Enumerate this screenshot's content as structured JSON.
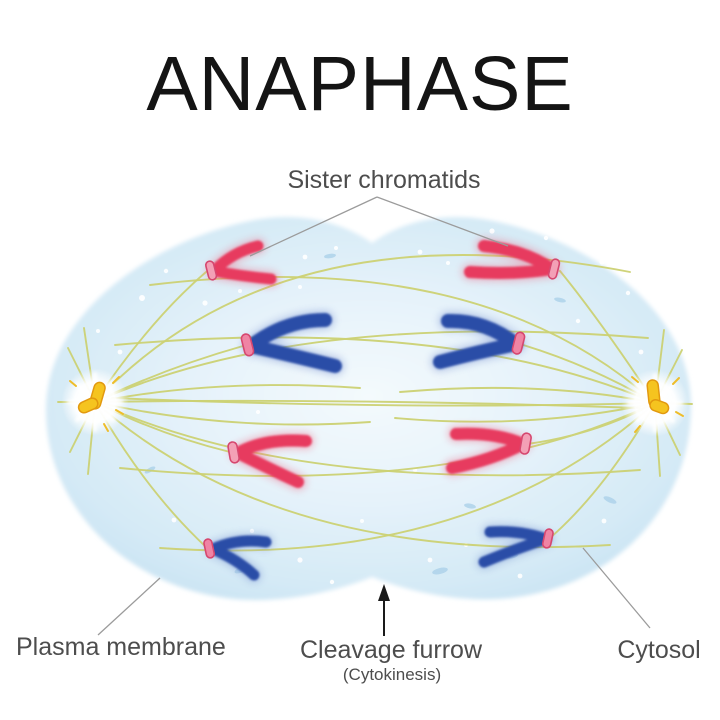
{
  "title": "ANAPHASE",
  "annotations": {
    "sister_chromatids": {
      "label": "Sister chromatids"
    },
    "plasma_membrane": {
      "label": "Plasma membrane"
    },
    "cleavage_furrow": {
      "label": "Cleavage furrow",
      "sublabel": "(Cytokinesis)"
    },
    "cytosol": {
      "label": "Cytosol"
    }
  },
  "diagram": {
    "stage": "anaphase",
    "red_chromatids": 4,
    "blue_chromatids": 4,
    "spindle_poles": 2
  },
  "colors": {
    "chromatid_red": "#e73a5e",
    "chromatid_blue": "#2c4da7",
    "centromere_pink": "#f08aa6",
    "spindle_fiber": "#ccd173",
    "centriole_gold": "#f5c41f",
    "cell_edge_blue": "#c7e2f2",
    "cell_center": "#f3fafd",
    "label_text": "#4d4d4d",
    "leader_line": "#9b9b9b",
    "title_text": "#141414"
  }
}
